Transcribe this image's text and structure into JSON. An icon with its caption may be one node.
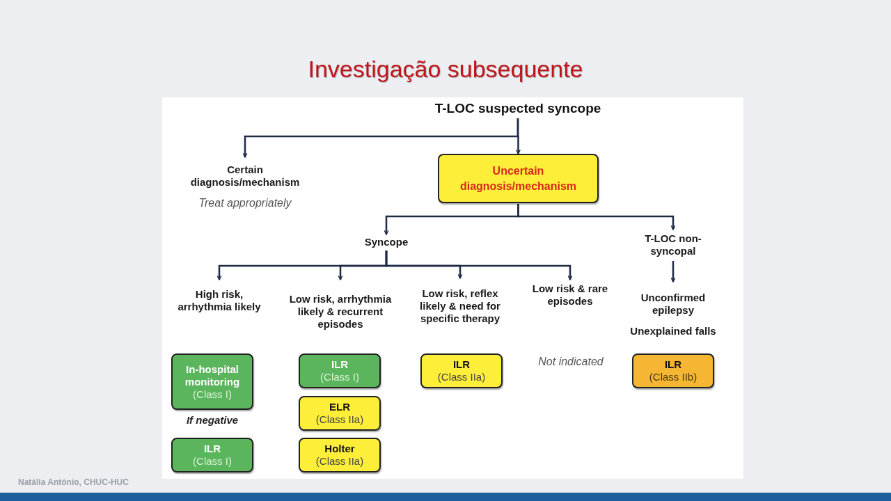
{
  "diagram": {
    "title": "Investigação subsequente",
    "nodes": [
      {
        "text": [
          "T-LOC suspected syncope"
        ]
      },
      {
        "text": [
          "Certain diagnosis/mechanism",
          "Treat appropriately"
        ]
      },
      {
        "text": [
          "Uncertain diagnosis/mechanism"
        ]
      },
      {
        "text": [
          "Syncope"
        ]
      },
      {
        "text": [
          "T-LOC non-syncopal"
        ]
      },
      {
        "text": [
          "High risk, arrhythmia likely"
        ]
      },
      {
        "text": [
          "Low risk, arrhythmia likely & recurrent episodes"
        ]
      },
      {
        "text": [
          "Low risk, reflex likely & need for specific therapy"
        ]
      },
      {
        "text": [
          "Low risk & rare episodes"
        ]
      },
      {
        "text": [
          "Unconfirmed epilepsy",
          "Unexplained falls"
        ]
      },
      {
        "text": [
          "In-hospital monitoring",
          "(Class I)"
        ]
      },
      {
        "text": [
          "ILR",
          "(Class I)"
        ]
      },
      {
        "text": [
          "ILR",
          "(Class IIa)"
        ]
      },
      {
        "text": [
          "ILR",
          "(Class IIb)"
        ]
      },
      {
        "text": [
          "ELR",
          "(Class IIa)"
        ]
      },
      {
        "text": [
          "ILR",
          "(Class I)"
        ]
      },
      {
        "text": [
          "Holter",
          "(Class IIa)"
        ]
      }
    ],
    "edges": [
      {
        "from": 0,
        "to": 1,
        "arrow": "to"
      },
      {
        "from": 0,
        "to": 2,
        "arrow": "to"
      },
      {
        "from": 2,
        "to": 3,
        "arrow": "to"
      },
      {
        "from": 2,
        "to": 4,
        "arrow": "to"
      },
      {
        "from": 3,
        "to": 5,
        "arrow": "to"
      },
      {
        "from": 3,
        "to": 6,
        "arrow": "to"
      },
      {
        "from": 3,
        "to": 7,
        "arrow": "to"
      },
      {
        "from": 3,
        "to": 8,
        "arrow": "to"
      },
      {
        "from": 4,
        "to": 9,
        "arrow": "to"
      }
    ],
    "labels": [
      "Not indicated",
      "If negative",
      "Natália António, CHUC-HUC"
    ]
  }
}
